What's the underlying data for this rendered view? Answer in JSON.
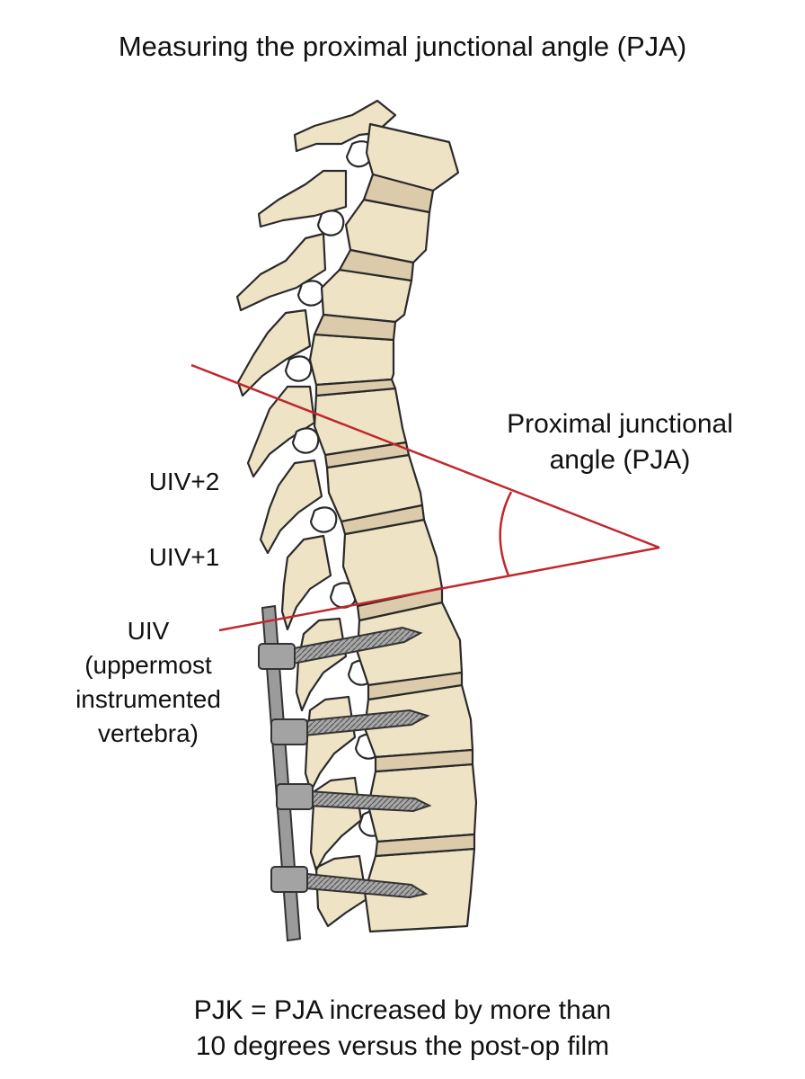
{
  "title": "Measuring the proximal junctional angle (PJA)",
  "angle_label": {
    "line1": "Proximal junctional",
    "line2": "angle (PJA)"
  },
  "level_labels": {
    "uiv_plus2": "UIV+2",
    "uiv_plus1": "UIV+1",
    "uiv": {
      "line1": "UIV",
      "line2": "(uppermost",
      "line3": "instrumented",
      "line4": "vertebra)"
    }
  },
  "footer": {
    "line1": "PJK = PJA increased by more than",
    "line2": "10 degrees versus the post-op film"
  },
  "colors": {
    "bone": "#efe3c6",
    "disc": "#dccbab",
    "outline": "#2a2a2a",
    "angle_line": "#c1272d",
    "hardware": "#9b9b9b"
  }
}
